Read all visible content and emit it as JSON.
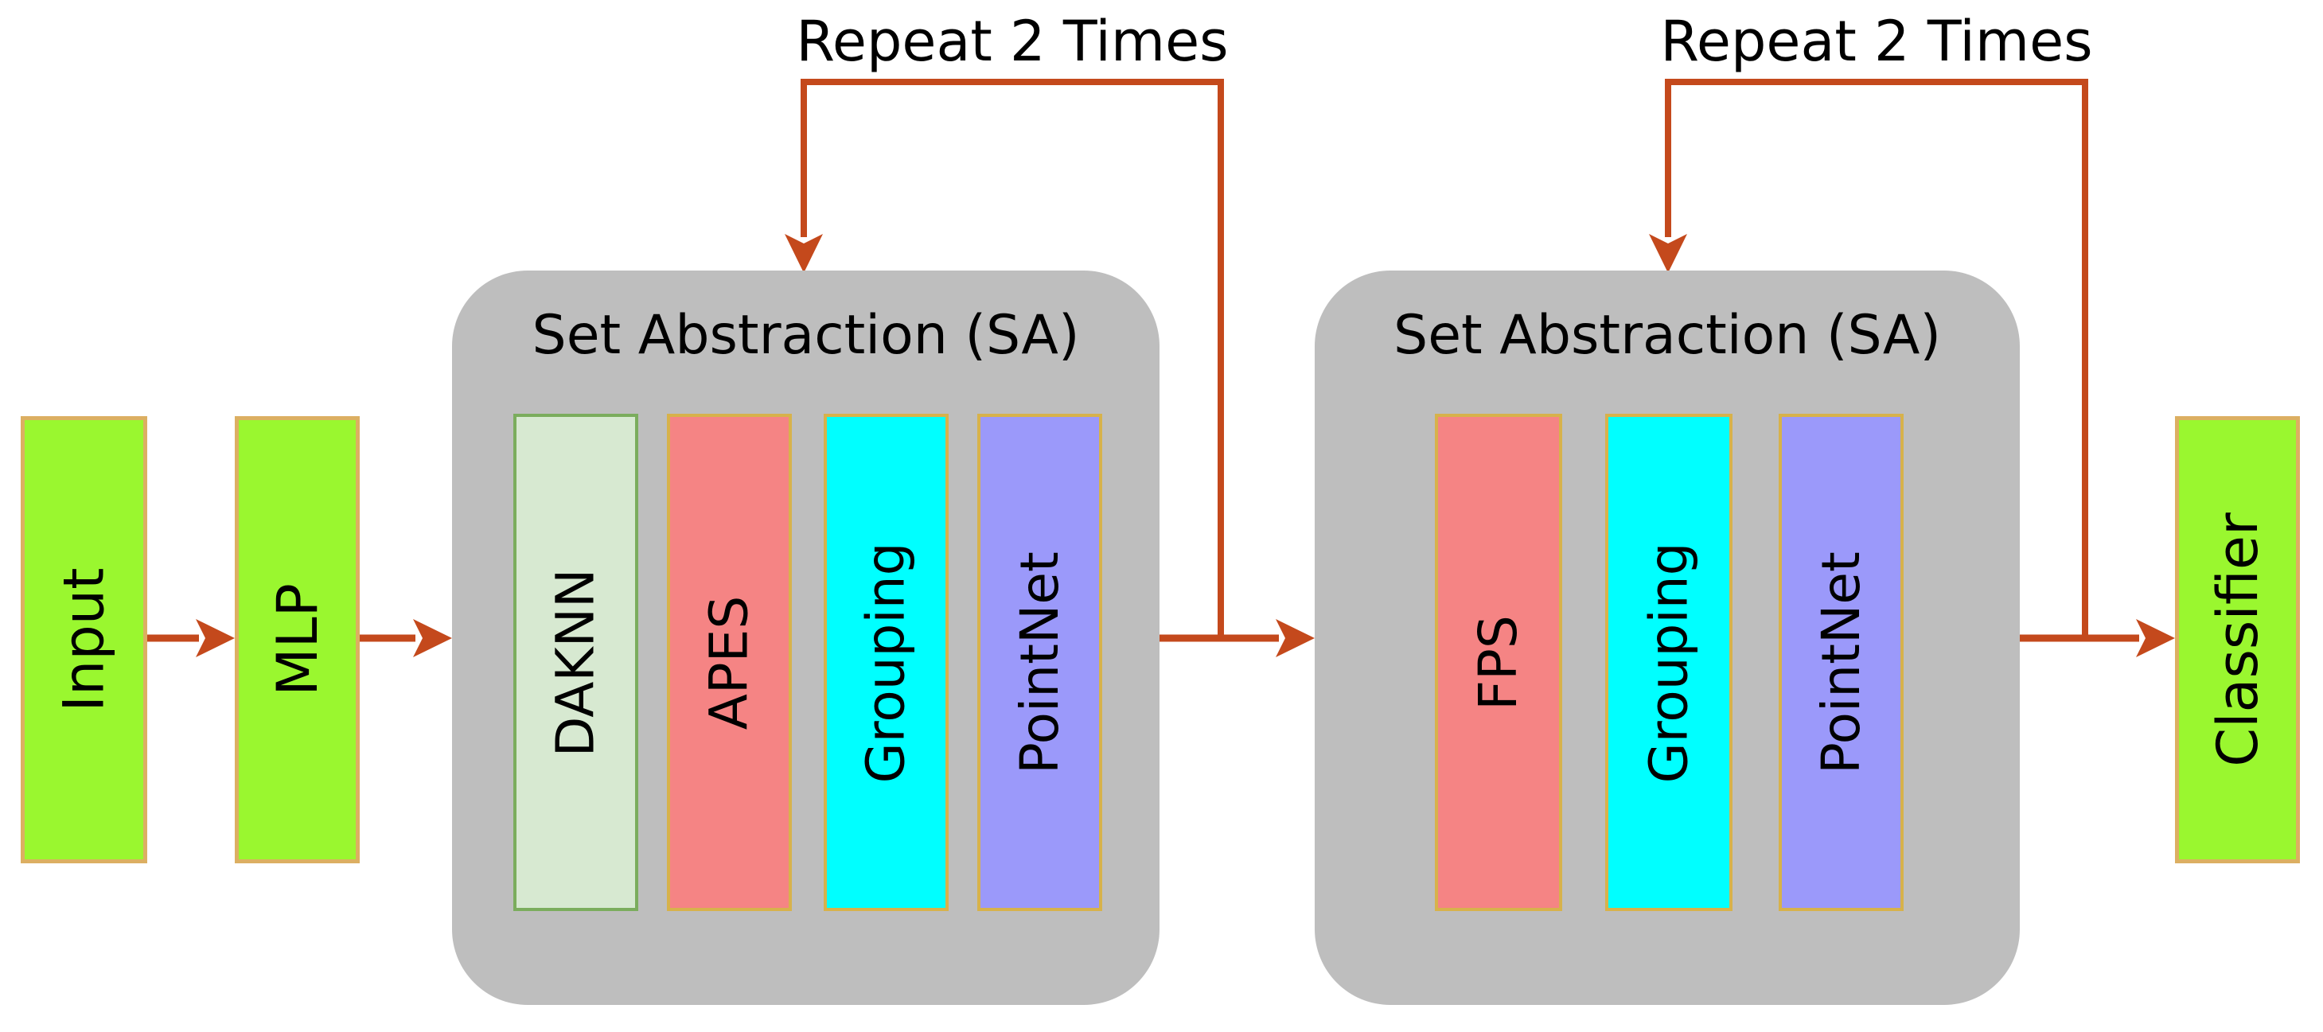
{
  "figure": {
    "repeat_label_1": "Repeat 2 Times",
    "repeat_label_2": "Repeat 2 Times",
    "nodes": {
      "input": "Input",
      "mlp": "MLP",
      "classifier": "Classifier"
    },
    "sa1": {
      "title": "Set Abstraction (SA)",
      "modules": [
        "DAKNN",
        "APES",
        "Grouping",
        "PointNet"
      ]
    },
    "sa2": {
      "title": "Set Abstraction (SA)",
      "modules": [
        "FPS",
        "Grouping",
        "PointNet"
      ]
    }
  },
  "colors": {
    "canvas-bg": "#FFFFFF",
    "text": "#000000",
    "arrow": "#C4491C",
    "node-green": "#9AF72F",
    "node-border": "#DCAF62",
    "sa-gray": "#BEBEBE",
    "daknn-fill": "#D7E9D1",
    "daknn-border": "#7BAD5D",
    "salmon-fill": "#F58484",
    "cyan-fill": "#00FFFF",
    "peri-fill": "#9B99FA",
    "module-border": "#D7B24B"
  }
}
